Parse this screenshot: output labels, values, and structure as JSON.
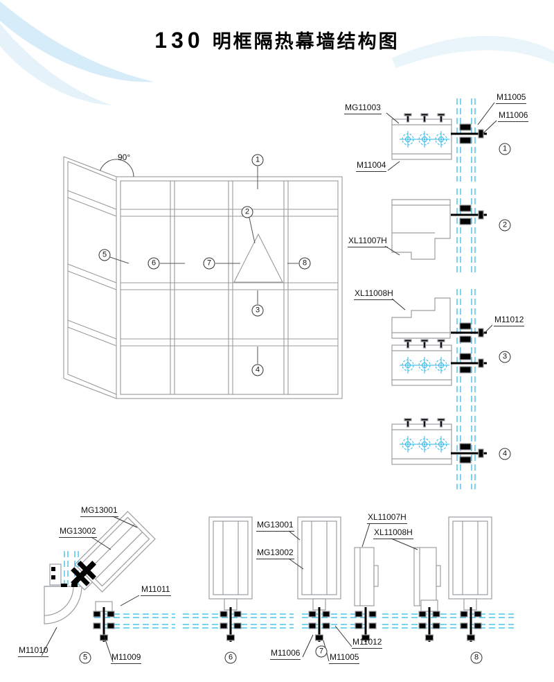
{
  "title": {
    "number": "130",
    "text": "明框隔热幕墙结构图"
  },
  "elevation": {
    "angle": "90°"
  },
  "callouts": {
    "c1": "1",
    "c2": "2",
    "c3": "3",
    "c4": "4",
    "c5": "5",
    "c6": "6",
    "c7": "7",
    "c8": "8"
  },
  "right": {
    "mg11003": "MG11003",
    "m11005": "M11005",
    "m11006": "M11006",
    "m11004": "M11004",
    "xl11007h": "XL11007H",
    "xl11008h": "XL11008H",
    "m11012": "M11012",
    "s1": "1",
    "s2": "2",
    "s3": "3",
    "s4": "4"
  },
  "bottom": {
    "mg13001_corner": "MG13001",
    "mg13002_corner": "MG13002",
    "m11011": "M11011",
    "m11010": "M11010",
    "m11009": "M11009",
    "mg13001_mid": "MG13001",
    "mg13002_mid": "MG13002",
    "xl11007h": "XL11007H",
    "xl11008h": "XL11008H",
    "m11006": "M11006",
    "m11005": "M11005",
    "m11012": "M11012",
    "s5": "5",
    "s6": "6",
    "s7": "7",
    "s8": "8"
  },
  "colors": {
    "profile_gray": "#9a9ea3",
    "glass_cyan": "#29b6e8",
    "detail_black": "#000000",
    "wave_blue": "#cfe9f8"
  }
}
